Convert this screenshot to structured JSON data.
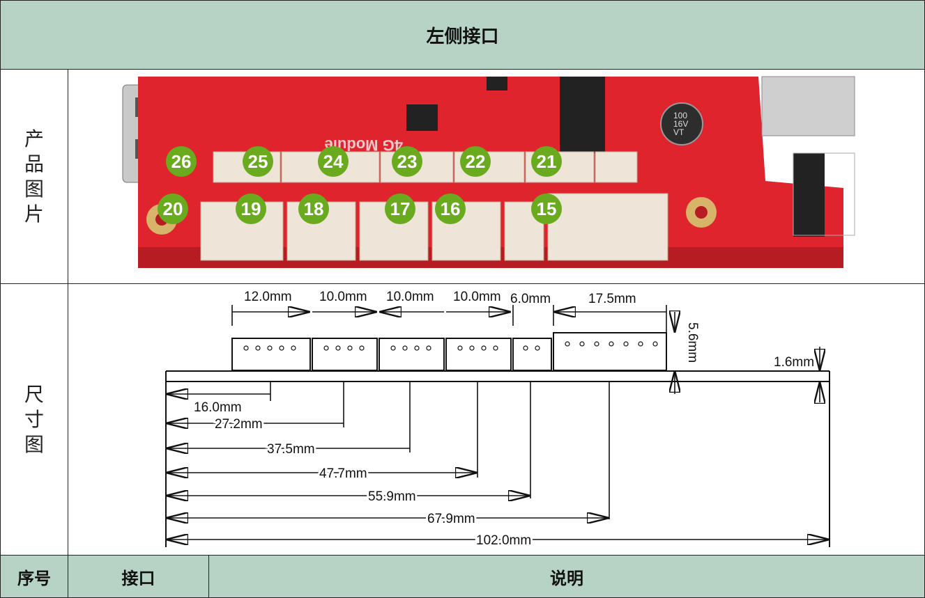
{
  "title": "左侧接口",
  "rows": {
    "photo_label": [
      "产",
      "品",
      "图",
      "片"
    ],
    "dim_label": [
      "尺",
      "寸",
      "图"
    ]
  },
  "footer": {
    "col1": "序号",
    "col2": "接口",
    "col3": "说明"
  },
  "board": {
    "silk_text": "4G Module",
    "cap_text": [
      "100",
      "16V",
      "VT"
    ],
    "top_markers": [
      "26",
      "25",
      "24",
      "23",
      "22",
      "21"
    ],
    "bottom_markers": [
      "20",
      "19",
      "18",
      "17",
      "16",
      "15"
    ],
    "marker_color": "#6aaa1e",
    "board_color": "#e0242e"
  },
  "dimensions": {
    "connector_widths": [
      "12.0mm",
      "10.0mm",
      "10.0mm",
      "10.0mm",
      "6.0mm",
      "17.5mm"
    ],
    "height": "5.6mm",
    "thickness": "1.6mm",
    "offsets": [
      "16.0mm",
      "27.2mm",
      "37.5mm",
      "47.7mm",
      "55.9mm",
      "67.9mm",
      "102.0mm"
    ]
  },
  "colors": {
    "header_bg": "#b6d3c6"
  }
}
